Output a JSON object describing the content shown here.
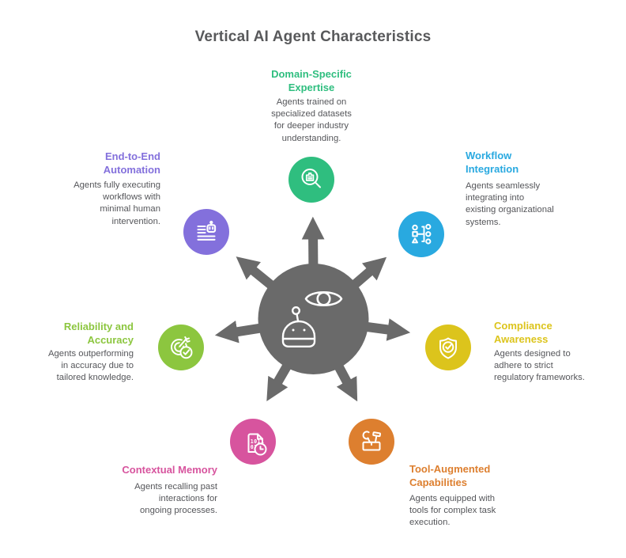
{
  "title": "Vertical AI Agent Characteristics",
  "text_color": "#55565A",
  "title_color": "#58595B",
  "hub": {
    "color": "#6A6A6A",
    "icons": [
      "eye-icon",
      "robot-head-icon"
    ],
    "arrows": 7
  },
  "nodes": [
    {
      "id": "domain-specific-expertise",
      "title": "Domain-Specific\nExpertise",
      "description": "Agents trained on\nspecialized datasets\nfor deeper industry\nunderstanding.",
      "color": "#2FBE7F",
      "icon": "industry-magnifier-icon"
    },
    {
      "id": "workflow-integration",
      "title": "Workflow\nIntegration",
      "description": "Agents seamlessly\nintegrating into\nexisting organizational\nsystems.",
      "color": "#29A9E0",
      "icon": "workflow-diagram-icon"
    },
    {
      "id": "compliance-awareness",
      "title": "Compliance\nAwareness",
      "description": "Agents designed to\nadhere to strict\nregulatory frameworks.",
      "color": "#DCC41C",
      "icon": "shield-check-icon"
    },
    {
      "id": "tool-augmented-capabilities",
      "title": "Tool-Augmented\nCapabilities",
      "description": "Agents equipped with\ntools for complex task\nexecution.",
      "color": "#DD7F2F",
      "icon": "toolbox-icon"
    },
    {
      "id": "contextual-memory",
      "title": "Contextual Memory",
      "description": "Agents recalling past\ninteractions for\nongoing processes.",
      "color": "#D7549E",
      "icon": "binary-document-clock-icon"
    },
    {
      "id": "reliability-and-accuracy",
      "title": "Reliability and\nAccuracy",
      "description": "Agents outperforming\nin accuracy due to\ntailored knowledge.",
      "color": "#8CC63F",
      "icon": "target-check-icon"
    },
    {
      "id": "end-to-end-automation",
      "title": "End-to-End\nAutomation",
      "description": "Agents fully executing\nworkflows with\nminimal human\nintervention.",
      "color": "#8370DC",
      "icon": "list-robot-icon"
    }
  ]
}
